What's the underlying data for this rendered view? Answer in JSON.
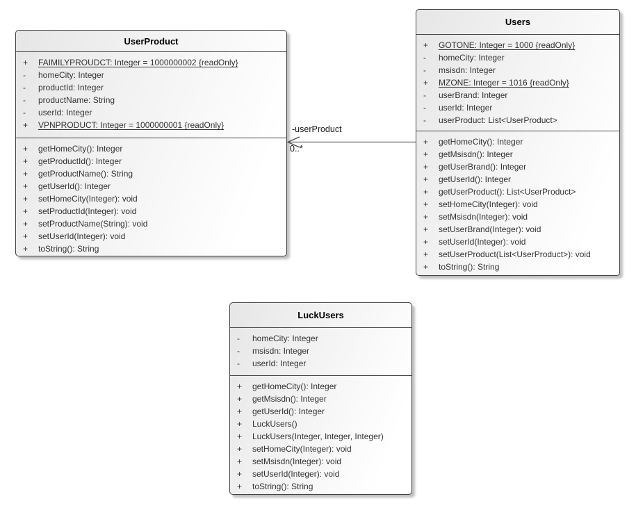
{
  "diagram": {
    "classes": [
      {
        "id": "userproduct",
        "name": "UserProduct",
        "attributes": [
          {
            "vis": "+",
            "text": "FAIMILYPROUDCT: Integer = 1000000002 {readOnly}",
            "underline": true
          },
          {
            "vis": "-",
            "text": "homeCity: Integer",
            "underline": false
          },
          {
            "vis": "-",
            "text": "productId: Integer",
            "underline": false
          },
          {
            "vis": "-",
            "text": "productName: String",
            "underline": false
          },
          {
            "vis": "-",
            "text": "userId: Integer",
            "underline": false
          },
          {
            "vis": "+",
            "text": "VPNPRODUCT: Integer = 1000000001 {readOnly}",
            "underline": true
          }
        ],
        "methods": [
          {
            "vis": "+",
            "text": "getHomeCity(): Integer",
            "underline": false
          },
          {
            "vis": "+",
            "text": "getProductId(): Integer",
            "underline": false
          },
          {
            "vis": "+",
            "text": "getProductName(): String",
            "underline": false
          },
          {
            "vis": "+",
            "text": "getUserId(): Integer",
            "underline": false
          },
          {
            "vis": "+",
            "text": "setHomeCity(Integer): void",
            "underline": false
          },
          {
            "vis": "+",
            "text": "setProductId(Integer): void",
            "underline": false
          },
          {
            "vis": "+",
            "text": "setProductName(String): void",
            "underline": false
          },
          {
            "vis": "+",
            "text": "setUserId(Integer): void",
            "underline": false
          },
          {
            "vis": "+",
            "text": "toString(): String",
            "underline": false
          }
        ]
      },
      {
        "id": "users",
        "name": "Users",
        "attributes": [
          {
            "vis": "+",
            "text": "GOTONE: Integer = 1000 {readOnly}",
            "underline": true
          },
          {
            "vis": "-",
            "text": "homeCity: Integer",
            "underline": false
          },
          {
            "vis": "-",
            "text": "msisdn: Integer",
            "underline": false
          },
          {
            "vis": "+",
            "text": "MZONE: Integer = 1016 {readOnly}",
            "underline": true
          },
          {
            "vis": "-",
            "text": "userBrand: Integer",
            "underline": false
          },
          {
            "vis": "-",
            "text": "userId: Integer",
            "underline": false
          },
          {
            "vis": "-",
            "text": "userProduct: List<UserProduct>",
            "underline": false
          }
        ],
        "methods": [
          {
            "vis": "+",
            "text": "getHomeCity(): Integer",
            "underline": false
          },
          {
            "vis": "+",
            "text": "getMsisdn(): Integer",
            "underline": false
          },
          {
            "vis": "+",
            "text": "getUserBrand(): Integer",
            "underline": false
          },
          {
            "vis": "+",
            "text": "getUserId(): Integer",
            "underline": false
          },
          {
            "vis": "+",
            "text": "getUserProduct(): List<UserProduct>",
            "underline": false
          },
          {
            "vis": "+",
            "text": "setHomeCity(Integer): void",
            "underline": false
          },
          {
            "vis": "+",
            "text": "setMsisdn(Integer): void",
            "underline": false
          },
          {
            "vis": "+",
            "text": "setUserBrand(Integer): void",
            "underline": false
          },
          {
            "vis": "+",
            "text": "setUserId(Integer): void",
            "underline": false
          },
          {
            "vis": "+",
            "text": "setUserProduct(List<UserProduct>): void",
            "underline": false
          },
          {
            "vis": "+",
            "text": "toString(): String",
            "underline": false
          }
        ]
      },
      {
        "id": "luckusers",
        "name": "LuckUsers",
        "attributes": [
          {
            "vis": "-",
            "text": "homeCity: Integer",
            "underline": false
          },
          {
            "vis": "-",
            "text": "msisdn: Integer",
            "underline": false
          },
          {
            "vis": "-",
            "text": "userId: Integer",
            "underline": false
          }
        ],
        "methods": [
          {
            "vis": "+",
            "text": "getHomeCity(): Integer",
            "underline": false
          },
          {
            "vis": "+",
            "text": "getMsisdn(): Integer",
            "underline": false
          },
          {
            "vis": "+",
            "text": "getUserId(): Integer",
            "underline": false
          },
          {
            "vis": "+",
            "text": "LuckUsers()",
            "underline": false
          },
          {
            "vis": "+",
            "text": "LuckUsers(Integer, Integer, Integer)",
            "underline": false
          },
          {
            "vis": "+",
            "text": "setHomeCity(Integer): void",
            "underline": false
          },
          {
            "vis": "+",
            "text": "setMsisdn(Integer): void",
            "underline": false
          },
          {
            "vis": "+",
            "text": "setUserId(Integer): void",
            "underline": false
          },
          {
            "vis": "+",
            "text": "toString(): String",
            "underline": false
          }
        ]
      }
    ],
    "association": {
      "role_label": "-userProduct",
      "multiplicity": "0..*"
    }
  },
  "colors": {
    "box_border": "#424242",
    "box_gradient_start": "#e6e6e6",
    "box_gradient_end": "#ffffff",
    "line": "#858585",
    "arrow": "#4a4a4a",
    "text": "#333333"
  }
}
